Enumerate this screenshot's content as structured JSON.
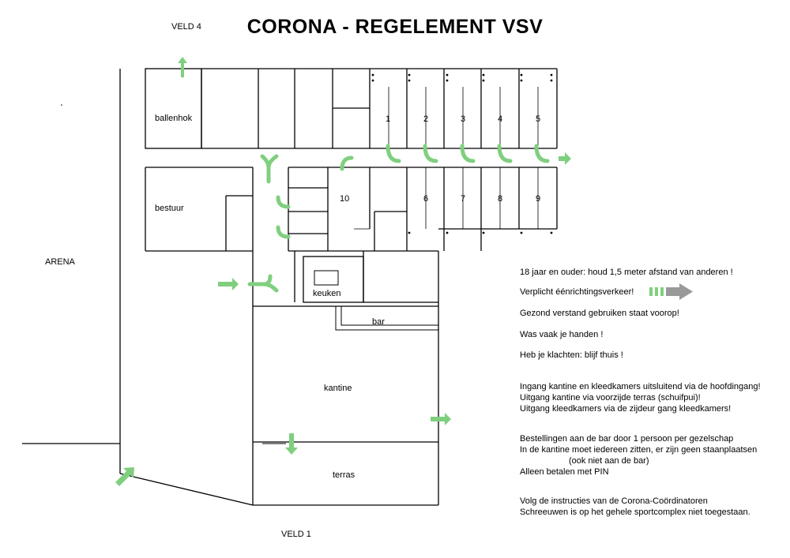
{
  "title": "CORONA - REGELEMENT VSV",
  "fields": {
    "veld4": "VELD 4",
    "veld1": "VELD 1",
    "arena": "ARENA"
  },
  "rooms": {
    "ballenhok": "ballenhok",
    "bestuur": "bestuur",
    "keuken": "keuken",
    "bar": "bar",
    "kantine": "kantine",
    "terras": "terras",
    "dressing": [
      "1",
      "2",
      "3",
      "4",
      "5",
      "10",
      "6",
      "7",
      "8",
      "9"
    ]
  },
  "rules": {
    "r1": "18 jaar en ouder: houd 1,5 meter afstand van anderen !",
    "r2": "Verplicht éénrichtingsverkeer!",
    "r3": "Gezond verstand gebruiken staat voorop!",
    "r4": "Was vaak je handen !",
    "r5": "Heb je klachten: blijf thuis !",
    "r6": "Ingang kantine en kleedkamers uitsluitend via de hoofdingang!",
    "r7": "Uitgang kantine via voorzijde terras (schuifpui)!",
    "r8": "Uitgang kleedkamers via de zijdeur gang kleedkamers!",
    "r9": "Bestellingen aan de bar door 1 persoon per gezelschap",
    "r10": "In de kantine moet iedereen zitten, er zijn geen staanplaatsen",
    "r11": "(ook niet aan de bar)",
    "r12": "Alleen betalen met PIN",
    "r13": "Volg de instructies van de Corona-Coördinatoren",
    "r14": "Schreeuwen is op het gehele sportcomplex niet toegestaan."
  },
  "colors": {
    "arrow": "#7fcf7f",
    "legend_arrow": "#999999",
    "wall": "#000000"
  }
}
